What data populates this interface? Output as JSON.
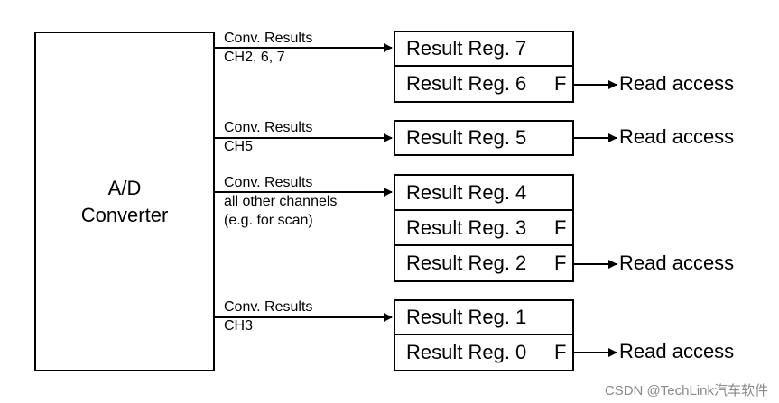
{
  "converter": {
    "line1": "A/D",
    "line2": "Converter"
  },
  "groups": [
    {
      "line1": "Conv. Results",
      "line2": "CH2, 6, 7",
      "line3": ""
    },
    {
      "line1": "Conv. Results",
      "line2": "CH5",
      "line3": ""
    },
    {
      "line1": "Conv. Results",
      "line2": "all other channels",
      "line3": "(e.g. for scan)"
    },
    {
      "line1": "Conv. Results",
      "line2": "CH3",
      "line3": ""
    }
  ],
  "registers": [
    {
      "label": "Result Reg. 7",
      "flag": ""
    },
    {
      "label": "Result Reg. 6",
      "flag": "F"
    },
    {
      "label": "Result Reg. 5",
      "flag": ""
    },
    {
      "label": "Result Reg. 4",
      "flag": ""
    },
    {
      "label": "Result Reg. 3",
      "flag": "F"
    },
    {
      "label": "Result Reg. 2",
      "flag": "F"
    },
    {
      "label": "Result Reg. 1",
      "flag": ""
    },
    {
      "label": "Result Reg. 0",
      "flag": "F"
    }
  ],
  "read_access": {
    "label": "Read access"
  },
  "watermark": "CSDN @TechLink汽车软件"
}
